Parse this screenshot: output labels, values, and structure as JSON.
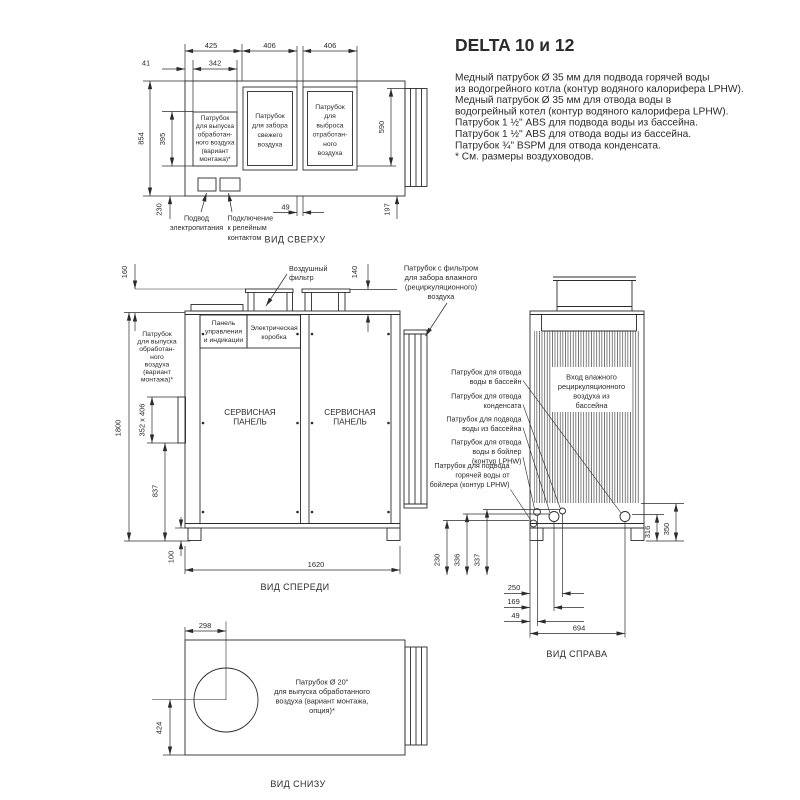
{
  "title": "DELTA 10 и 12",
  "notes": [
    "Медный патрубок Ø 35 мм для подвода горячей воды",
    "из водогрейного котла (контур водяного калорифера LPHW).",
    "Медный патрубок Ø 35 мм для отвода воды в",
    "водогрейный котел (контур водяного калорифера LPHW).",
    "Патрубок 1 ½\" ABS для подвода воды из бассейна.",
    "Патрубок 1 ½\" ABS для отвода воды из бассейна.",
    "Патрубок ¾\" BSPM для отвода конденсата.",
    "* См. размеры воздуховодов."
  ],
  "captions": {
    "top": "ВИД СВЕРХУ",
    "front": "ВИД СПЕРЕДИ",
    "right": "ВИД СПРАВА",
    "bottom": "ВИД СНИЗУ"
  },
  "top_view": {
    "duct_exhaust_variant": [
      "Патрубок",
      "для выпуска",
      "обработан-",
      "ного воздуха",
      "(вариант",
      "монтажа)*"
    ],
    "duct_fresh": [
      "Патрубок",
      "для забора",
      "свежего",
      "воздуха"
    ],
    "duct_discharge": [
      "Патрубок",
      "для",
      "выброса",
      "отработан-",
      "ного",
      "воздуха"
    ],
    "power_label": [
      "Подвод",
      "электропитания"
    ],
    "relay_label": [
      "Подключение",
      "к релейным",
      "контактом"
    ],
    "dims": {
      "w425": "425",
      "w406a": "406",
      "w406b": "406",
      "off41": "41",
      "w342": "342",
      "d854": "854",
      "d395": "395",
      "d590": "590",
      "r230": "230",
      "g49": "49",
      "f197": "197"
    }
  },
  "front_view": {
    "air_filter": [
      "Воздушный",
      "фильтр"
    ],
    "left_duct": [
      "Патрубок",
      "для выпуска",
      "обработан-",
      "ного",
      "воздуха",
      "(вариант",
      "монтажа)*"
    ],
    "control_panel": [
      "Панель",
      "управления",
      "и индикации"
    ],
    "electrical_box": [
      "Электрическая",
      "коробка"
    ],
    "service_panel": [
      "СЕРВИСНАЯ",
      "ПАНЕЛЬ"
    ],
    "recirc_duct": [
      "Патрубок с фильтром",
      "для забора влажного",
      "(рециркуляционного)",
      "воздуха"
    ],
    "dims": {
      "h160": "160",
      "h140": "140",
      "h1800": "1800",
      "duct": "352 x 406",
      "h837": "837",
      "h100": "100",
      "w1620": "1620"
    }
  },
  "right_view": {
    "inlet": [
      "Вход влажного",
      "рециркуляционного",
      "воздуха из",
      "бассейна"
    ],
    "pipes": [
      [
        "Патрубок для отвода",
        "воды в бассейн"
      ],
      [
        "Патрубок для отвода",
        "конденсата"
      ],
      [
        "Патрубок для подвода",
        "воды из бассейна"
      ],
      [
        "Патрубок для отвода",
        "воды в бойлер",
        "(контур LPHW)"
      ],
      [
        "Патрубок для подвода",
        "горячей воды от",
        "бойлера (контур LPHW)"
      ]
    ],
    "dims": {
      "v230": "230",
      "v336": "336",
      "v337": "337",
      "x250": "250",
      "x169": "169",
      "x49": "49",
      "x694": "694",
      "r316": "316",
      "r350": "350"
    }
  },
  "bottom_view": {
    "outlet": [
      "Патрубок Ø 20\"",
      "для выпуска обработанного",
      "воздуха (вариант монтажа,",
      "опция)*"
    ],
    "dims": {
      "x298": "298",
      "y424": "424"
    }
  }
}
